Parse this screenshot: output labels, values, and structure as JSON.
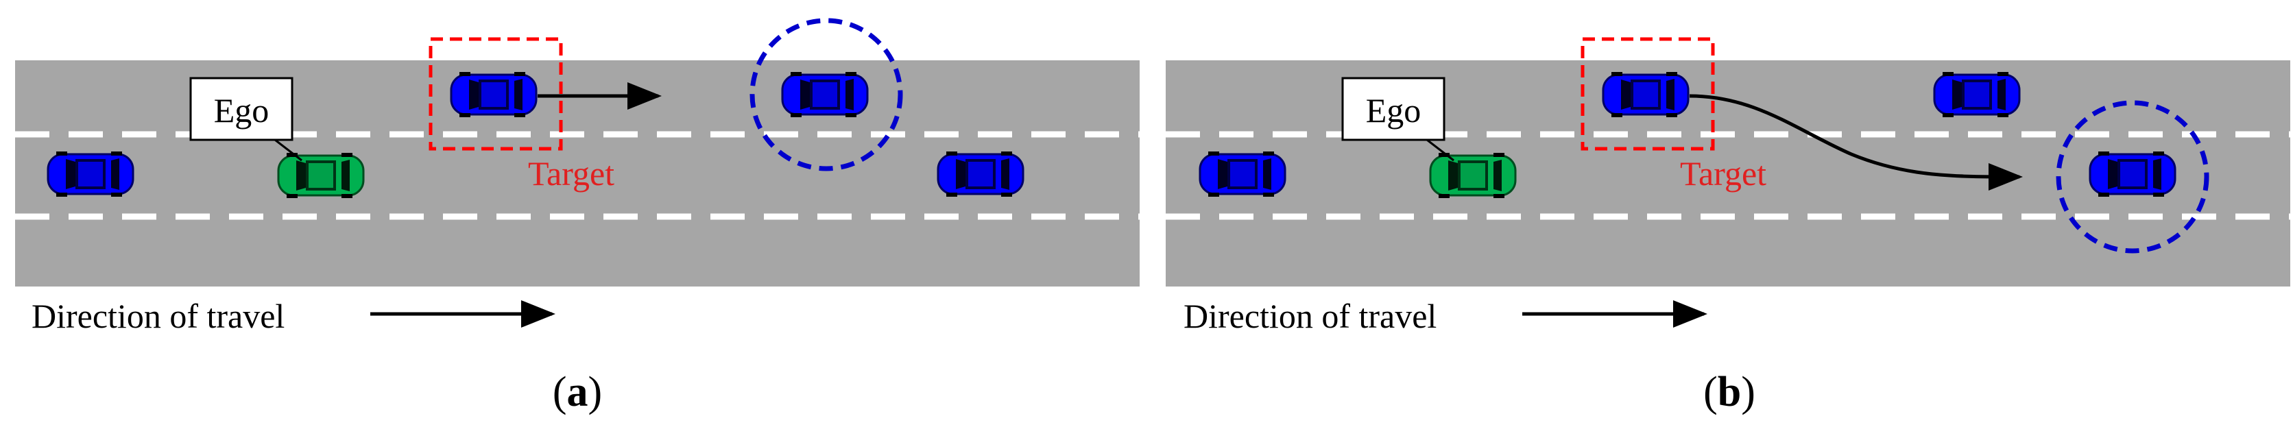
{
  "colors": {
    "road": "#a6a6a6",
    "lane_marking": "#ffffff",
    "vehicle_other": "#0000ff",
    "vehicle_ego": "#00b050",
    "target_box": "#ff0000",
    "circle": "#0000cc",
    "arrow": "#000000"
  },
  "panels": [
    {
      "id": "a",
      "caption": "(a)",
      "caption_letter": "a",
      "ego_label": "Ego",
      "target_label": "Target",
      "direction_label": "Direction of travel",
      "scenario": "straight"
    },
    {
      "id": "b",
      "caption": "(b)",
      "caption_letter": "b",
      "ego_label": "Ego",
      "target_label": "Target",
      "direction_label": "Direction of travel",
      "scenario": "lane-change"
    }
  ]
}
